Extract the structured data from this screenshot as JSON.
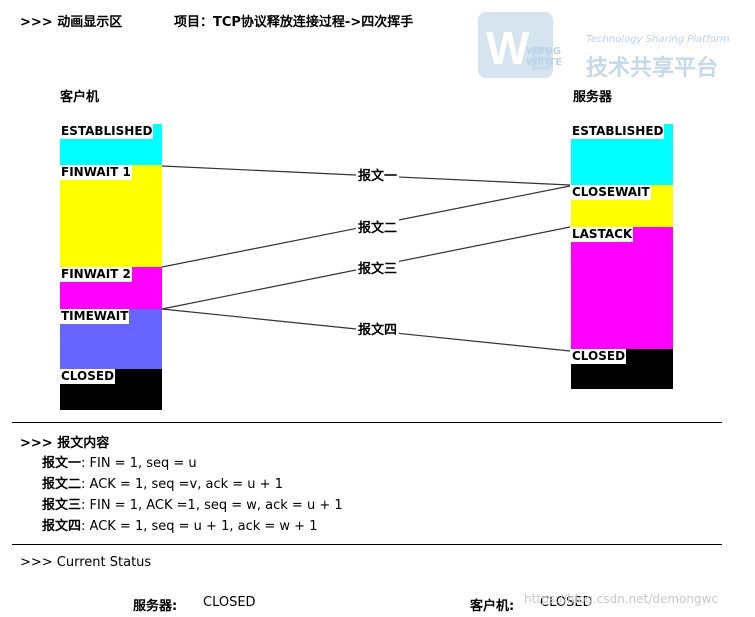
{
  "header": {
    "section_label": ">>> 动画显示区",
    "project_label": "项目：TCP协议释放连接过程->四次挥手"
  },
  "diagram": {
    "client_title": "客户机",
    "server_title": "服务器",
    "client_states": [
      {
        "label": "ESTABLISHED",
        "color": "#00ffff"
      },
      {
        "label": "FINWAIT 1",
        "color": "#ffff00"
      },
      {
        "label": "FINWAIT 2",
        "color": "#ff00ff"
      },
      {
        "label": "TIMEWAIT",
        "color": "#6666ff"
      },
      {
        "label": "CLOSED",
        "color": "#000000"
      }
    ],
    "server_states": [
      {
        "label": "ESTABLISHED",
        "color": "#00ffff"
      },
      {
        "label": "CLOSEWAIT",
        "color": "#ffff00"
      },
      {
        "label": "LASTACK",
        "color": "#ff00ff"
      },
      {
        "label": "CLOSED",
        "color": "#000000"
      }
    ],
    "messages": [
      {
        "label": "报文一"
      },
      {
        "label": "报文二"
      },
      {
        "label": "报文三"
      },
      {
        "label": "报文四"
      }
    ]
  },
  "contents": {
    "title": ">>> 报文内容",
    "lines": [
      {
        "name": "报文一",
        "text": ": FIN = 1, seq = u"
      },
      {
        "name": "报文二",
        "text": ": ACK = 1, seq =v, ack = u + 1"
      },
      {
        "name": "报文三",
        "text": ": FIN = 1, ACK =1, seq = w, ack = u + 1"
      },
      {
        "name": "报文四",
        "text": ": ACK = 1, seq = u + 1, ack = w + 1"
      }
    ]
  },
  "status": {
    "title": ">>> Current Status",
    "server_label": "服务器:",
    "server_value": "CLOSED",
    "client_label": "客户机:",
    "client_value": "CLOSED"
  },
  "watermark": {
    "logo_text": "WBUG WRITE",
    "tagline": "Technology Sharing Platform",
    "cn_text": "技术共享平台",
    "url": "https://blog.csdn.net/demongwc",
    "color": "#bcd4e6"
  }
}
